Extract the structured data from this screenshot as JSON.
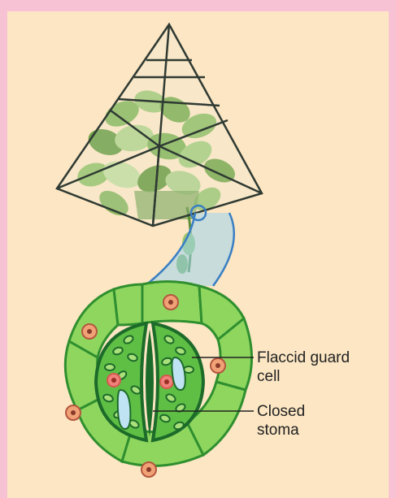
{
  "labels": {
    "guard_cell_line1": "Flaccid guard",
    "guard_cell_line2": "cell",
    "stoma_line1": "Closed",
    "stoma_line2": "stoma"
  },
  "colors": {
    "border": "#f7c3d4",
    "panel": "#fce6c3",
    "epidermal_cell": "#8fd65f",
    "epidermal_outline": "#2f8f2f",
    "guard_cell": "#5fbf45",
    "chloroplast": "#a9e07a",
    "dark_green": "#1d6b2a",
    "vacuole": "#bfe3f3",
    "nucleus_red": "#f0807a",
    "zoom_beam": "#9ad4ef"
  },
  "icons": [
    "terrarium-plant-illustration",
    "stoma-cross-section-illustration"
  ]
}
